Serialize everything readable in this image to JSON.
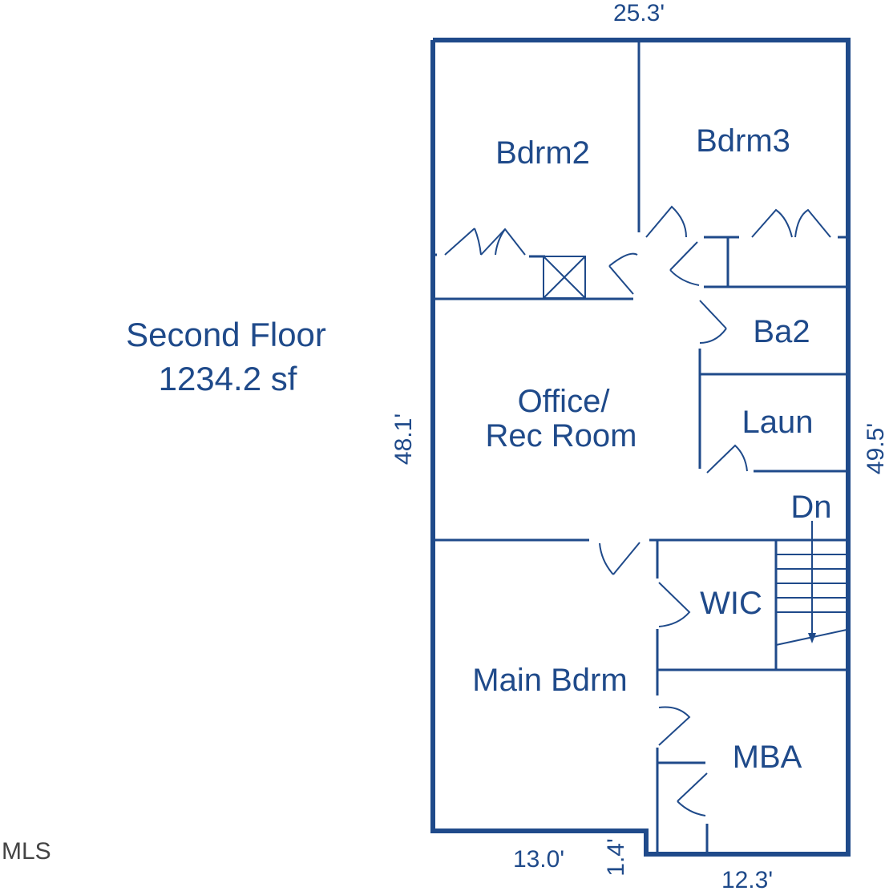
{
  "floor": {
    "name": "Second Floor",
    "area": "1234.2 sf"
  },
  "rooms": {
    "bdrm2": "Bdrm2",
    "bdrm3": "Bdrm3",
    "ba2": "Ba2",
    "office_line1": "Office/",
    "office_line2": "Rec Room",
    "laun": "Laun",
    "dn": "Dn",
    "wic": "WIC",
    "main_bdrm": "Main Bdrm",
    "mba": "MBA"
  },
  "dimensions": {
    "top": "25.3'",
    "left": "48.1'",
    "right": "49.5'",
    "bottom_left": "13.0'",
    "bottom_step": "1.4'",
    "bottom_right": "12.3'"
  },
  "logo": "MLS",
  "colors": {
    "lines": "#1f4a8a"
  }
}
